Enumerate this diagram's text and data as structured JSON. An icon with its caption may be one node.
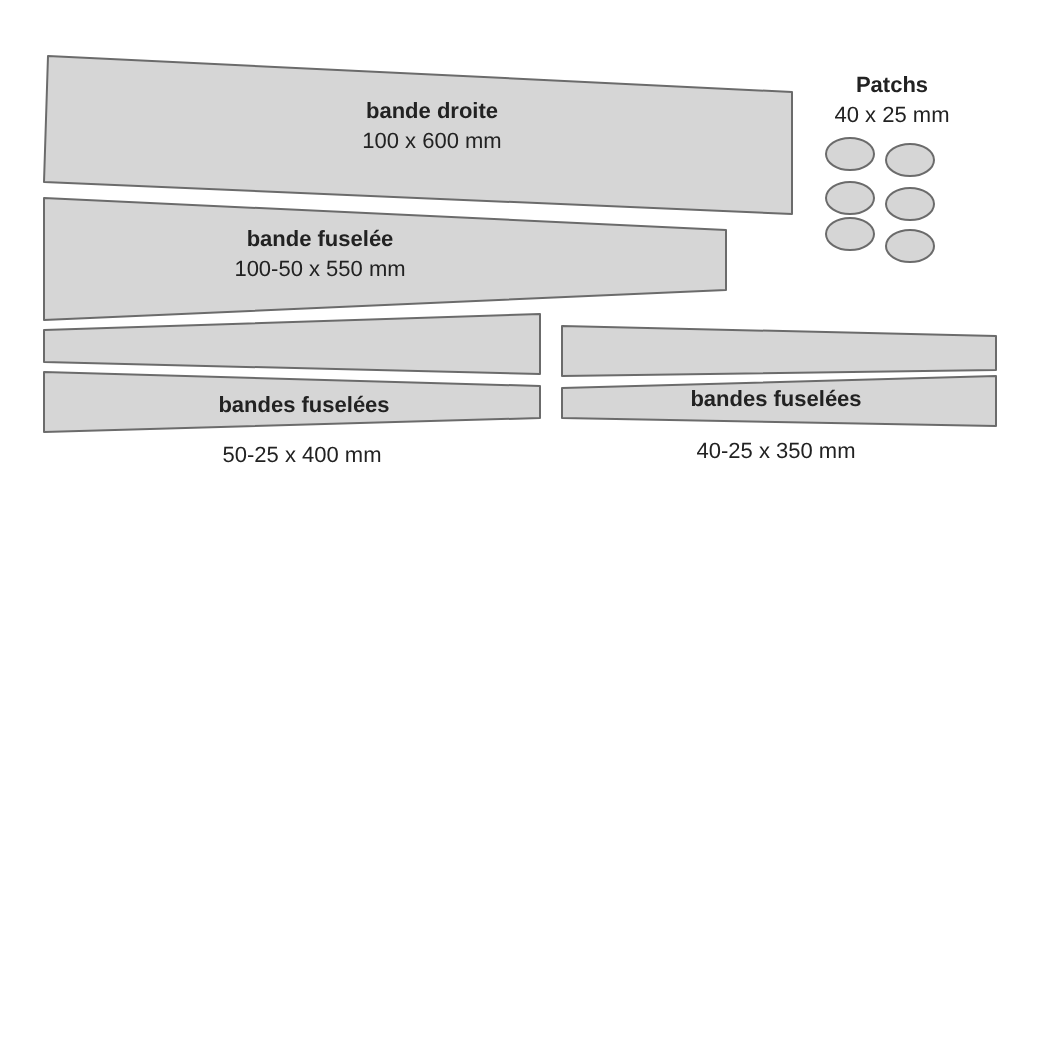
{
  "diagram": {
    "nodes": [
      {
        "text": [
          "bande droite",
          "100 x 600 mm"
        ]
      },
      {
        "text": [
          "bande fuselée",
          "100-50 x 550 mm"
        ]
      },
      {
        "text": [],
        "shape": "bar"
      },
      {
        "text": [
          "bandes fuselées"
        ],
        "beside": [
          "50-25 x 400 mm"
        ]
      },
      {
        "text": [],
        "shape": "bar"
      },
      {
        "text": [
          "bandes fuselées"
        ],
        "beside": [
          "40-25 x 350 mm"
        ]
      },
      {
        "text": [],
        "shape": "ellipse"
      },
      {
        "text": [],
        "shape": "ellipse"
      },
      {
        "text": [],
        "shape": "ellipse"
      },
      {
        "text": [],
        "shape": "ellipse"
      },
      {
        "text": [],
        "shape": "ellipse"
      },
      {
        "text": [],
        "shape": "ellipse"
      }
    ],
    "labels": [
      "Patchs",
      "40 x 25 mm"
    ]
  }
}
